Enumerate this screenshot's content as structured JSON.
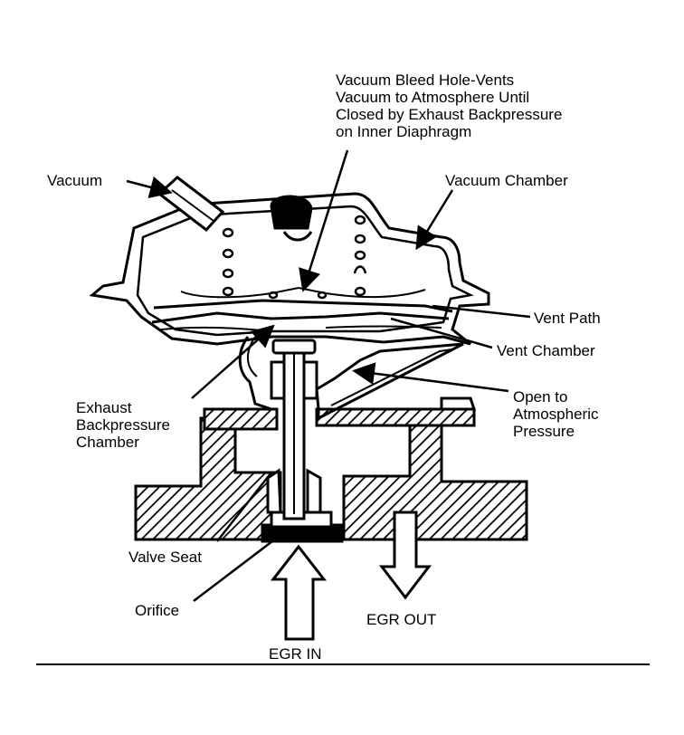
{
  "labels": {
    "bleed_hole": [
      "Vacuum Bleed Hole-Vents",
      "Vacuum to Atmosphere Until",
      "Closed by Exhaust Backpressure",
      "on Inner Diaphragm"
    ],
    "vacuum": "Vacuum",
    "vacuum_chamber": "Vacuum Chamber",
    "vent_path": "Vent Path",
    "vent_chamber": "Vent Chamber",
    "exhaust_backpressure_chamber": [
      "Exhaust",
      "Backpressure",
      "Chamber"
    ],
    "open_to_atmosphere": [
      "Open to",
      "Atmospheric",
      "Pressure"
    ],
    "valve_seat": "Valve Seat",
    "orifice": "Orifice",
    "egr_out": "EGR OUT",
    "egr_in": "EGR IN"
  },
  "colors": {
    "ink": "#000000",
    "paper": "#ffffff"
  }
}
